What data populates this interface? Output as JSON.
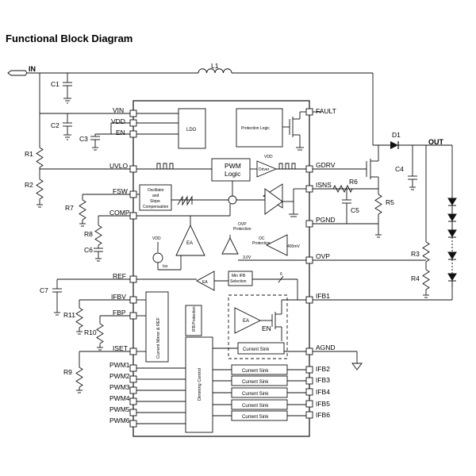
{
  "title": "Functional Block Diagram",
  "external": {
    "in": "IN",
    "out": "OUT",
    "l1": "L1",
    "d1": "D1",
    "c1": "C1",
    "c2": "C2",
    "c3": "C3",
    "c4": "C4",
    "c5": "C5",
    "c6": "C6",
    "c7": "C7",
    "r1": "R1",
    "r2": "R2",
    "r3": "R3",
    "r4": "R4",
    "r5": "R5",
    "r6": "R6",
    "r7": "R7",
    "r8": "R8",
    "r9": "R9",
    "r10": "R10",
    "r11": "R11"
  },
  "left_pins": {
    "vin": "VIN",
    "vdd": "VDD",
    "en": "EN",
    "uvlo": "UVLO",
    "fsw": "FSW",
    "comp": "COMP",
    "ref": "REF",
    "ifbv": "IFBV",
    "fbp": "FBP",
    "iset": "ISET",
    "pwm1": "PWM1",
    "pwm2": "PWM2",
    "pwm3": "PWM3",
    "pwm4": "PWM4",
    "pwm5": "PWM5",
    "pwm6": "PWM6"
  },
  "right_pins": {
    "fault": "FAULT",
    "gdrv": "GDRV",
    "isns": "ISNS",
    "pgnd": "PGND",
    "ovp": "OVP",
    "ifb1": "IFB1",
    "agnd": "AGND",
    "ifb2": "IFB2",
    "ifb3": "IFB3",
    "ifb4": "IFB4",
    "ifb5": "IFB5",
    "ifb6": "IFB6"
  },
  "blocks": {
    "ldo": "LDO",
    "protection_logic": "Protection Logic",
    "pwm_logic_1": "PWM",
    "pwm_logic_2": "Logic",
    "driver": "Driver",
    "vdd_driver": "VDD",
    "oscillator_1": "Oscillator",
    "oscillator_2": "and",
    "oscillator_3": "Slope",
    "oscillator_4": "Compensation",
    "ea_main": "EA",
    "ea_ref": "EA",
    "ea_sink": "EA",
    "en_label": "EN",
    "vdd_iss": "VDD",
    "iss": "Iss",
    "ovp_prot_1": "OVP",
    "ovp_prot_2": "Protection",
    "oc_prot_1": "OC",
    "oc_prot_2": "Protection",
    "v400": "400mV",
    "v3": "3.0V",
    "min_ifb_1": "Min IFB",
    "min_ifb_2": "Selection",
    "bus6": "6",
    "current_mirror": "Current Mirror & REF",
    "ifb_prot": "IFB Protection",
    "dimming": "Dimming Control",
    "current_sink_main": "Current Sink",
    "current_sinks": [
      "Current Sink",
      "Current Sink",
      "Current Sink",
      "Current Sink",
      "Current Sink"
    ]
  },
  "colors": {
    "line": "#111111",
    "chip_fill": "#ffffff"
  }
}
